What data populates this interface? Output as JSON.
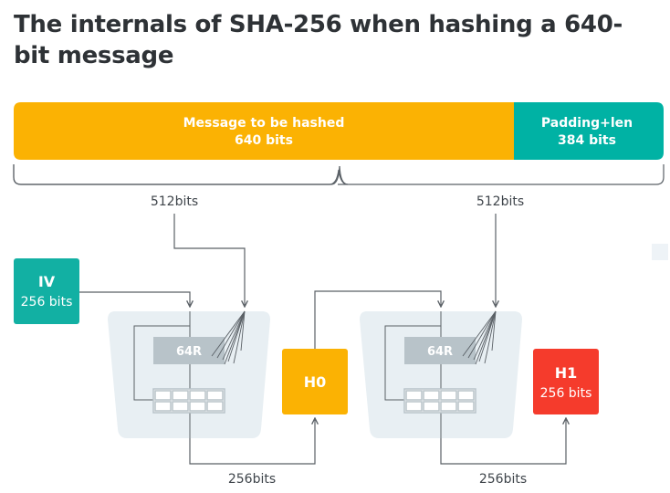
{
  "title": "The internals of SHA-256 when hashing a 640-bit message",
  "message_bar": {
    "message_line1": "Message to be hashed",
    "message_line2": "640 bits",
    "padding_line1": "Padding+len",
    "padding_line2": "384 bits"
  },
  "blocks": {
    "left_label": "512bits",
    "right_label": "512bits"
  },
  "iv": {
    "name": "IV",
    "size": "256 bits"
  },
  "rounds": {
    "left": "64R",
    "right": "64R"
  },
  "h0": {
    "name": "H0"
  },
  "h1": {
    "name": "H1",
    "size": "256 bits"
  },
  "outputs": {
    "left": "256bits",
    "right": "256bits"
  },
  "colors": {
    "message": "#fbb203",
    "padding": "#00b2a4",
    "iv": "#12b0a3",
    "h0": "#fbb203",
    "h1": "#f53b2c",
    "compress_bg": "#e8eff3",
    "rounds": "#b8c3c9",
    "line": "#5a6066"
  }
}
